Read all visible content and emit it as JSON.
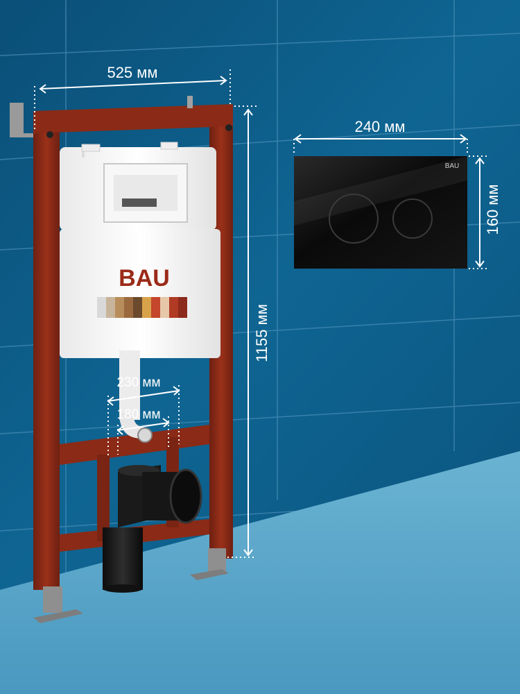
{
  "brand": {
    "logo_text": "BAU",
    "panel_logo_text": "BAU"
  },
  "dimensions": {
    "frame_width": "525 мм",
    "frame_height": "1155 мм",
    "panel_width": "240 мм",
    "panel_height": "160 мм",
    "outlet_outer": "230 мм",
    "outlet_inner": "180 мм"
  },
  "colors": {
    "wall_tile": "#0d5a86",
    "floor": "#5aa5c8",
    "frame": "#8a2a17",
    "panel": "#0c0c0c",
    "cistern": "#f2f2f2"
  },
  "palette_swatches": [
    "#d9d9d9",
    "#c8b49a",
    "#b88d5c",
    "#9a6a3e",
    "#6b4a2e",
    "#d8a24a",
    "#c4462c",
    "#e6c7a8",
    "#b03a23",
    "#8c2a1d"
  ]
}
